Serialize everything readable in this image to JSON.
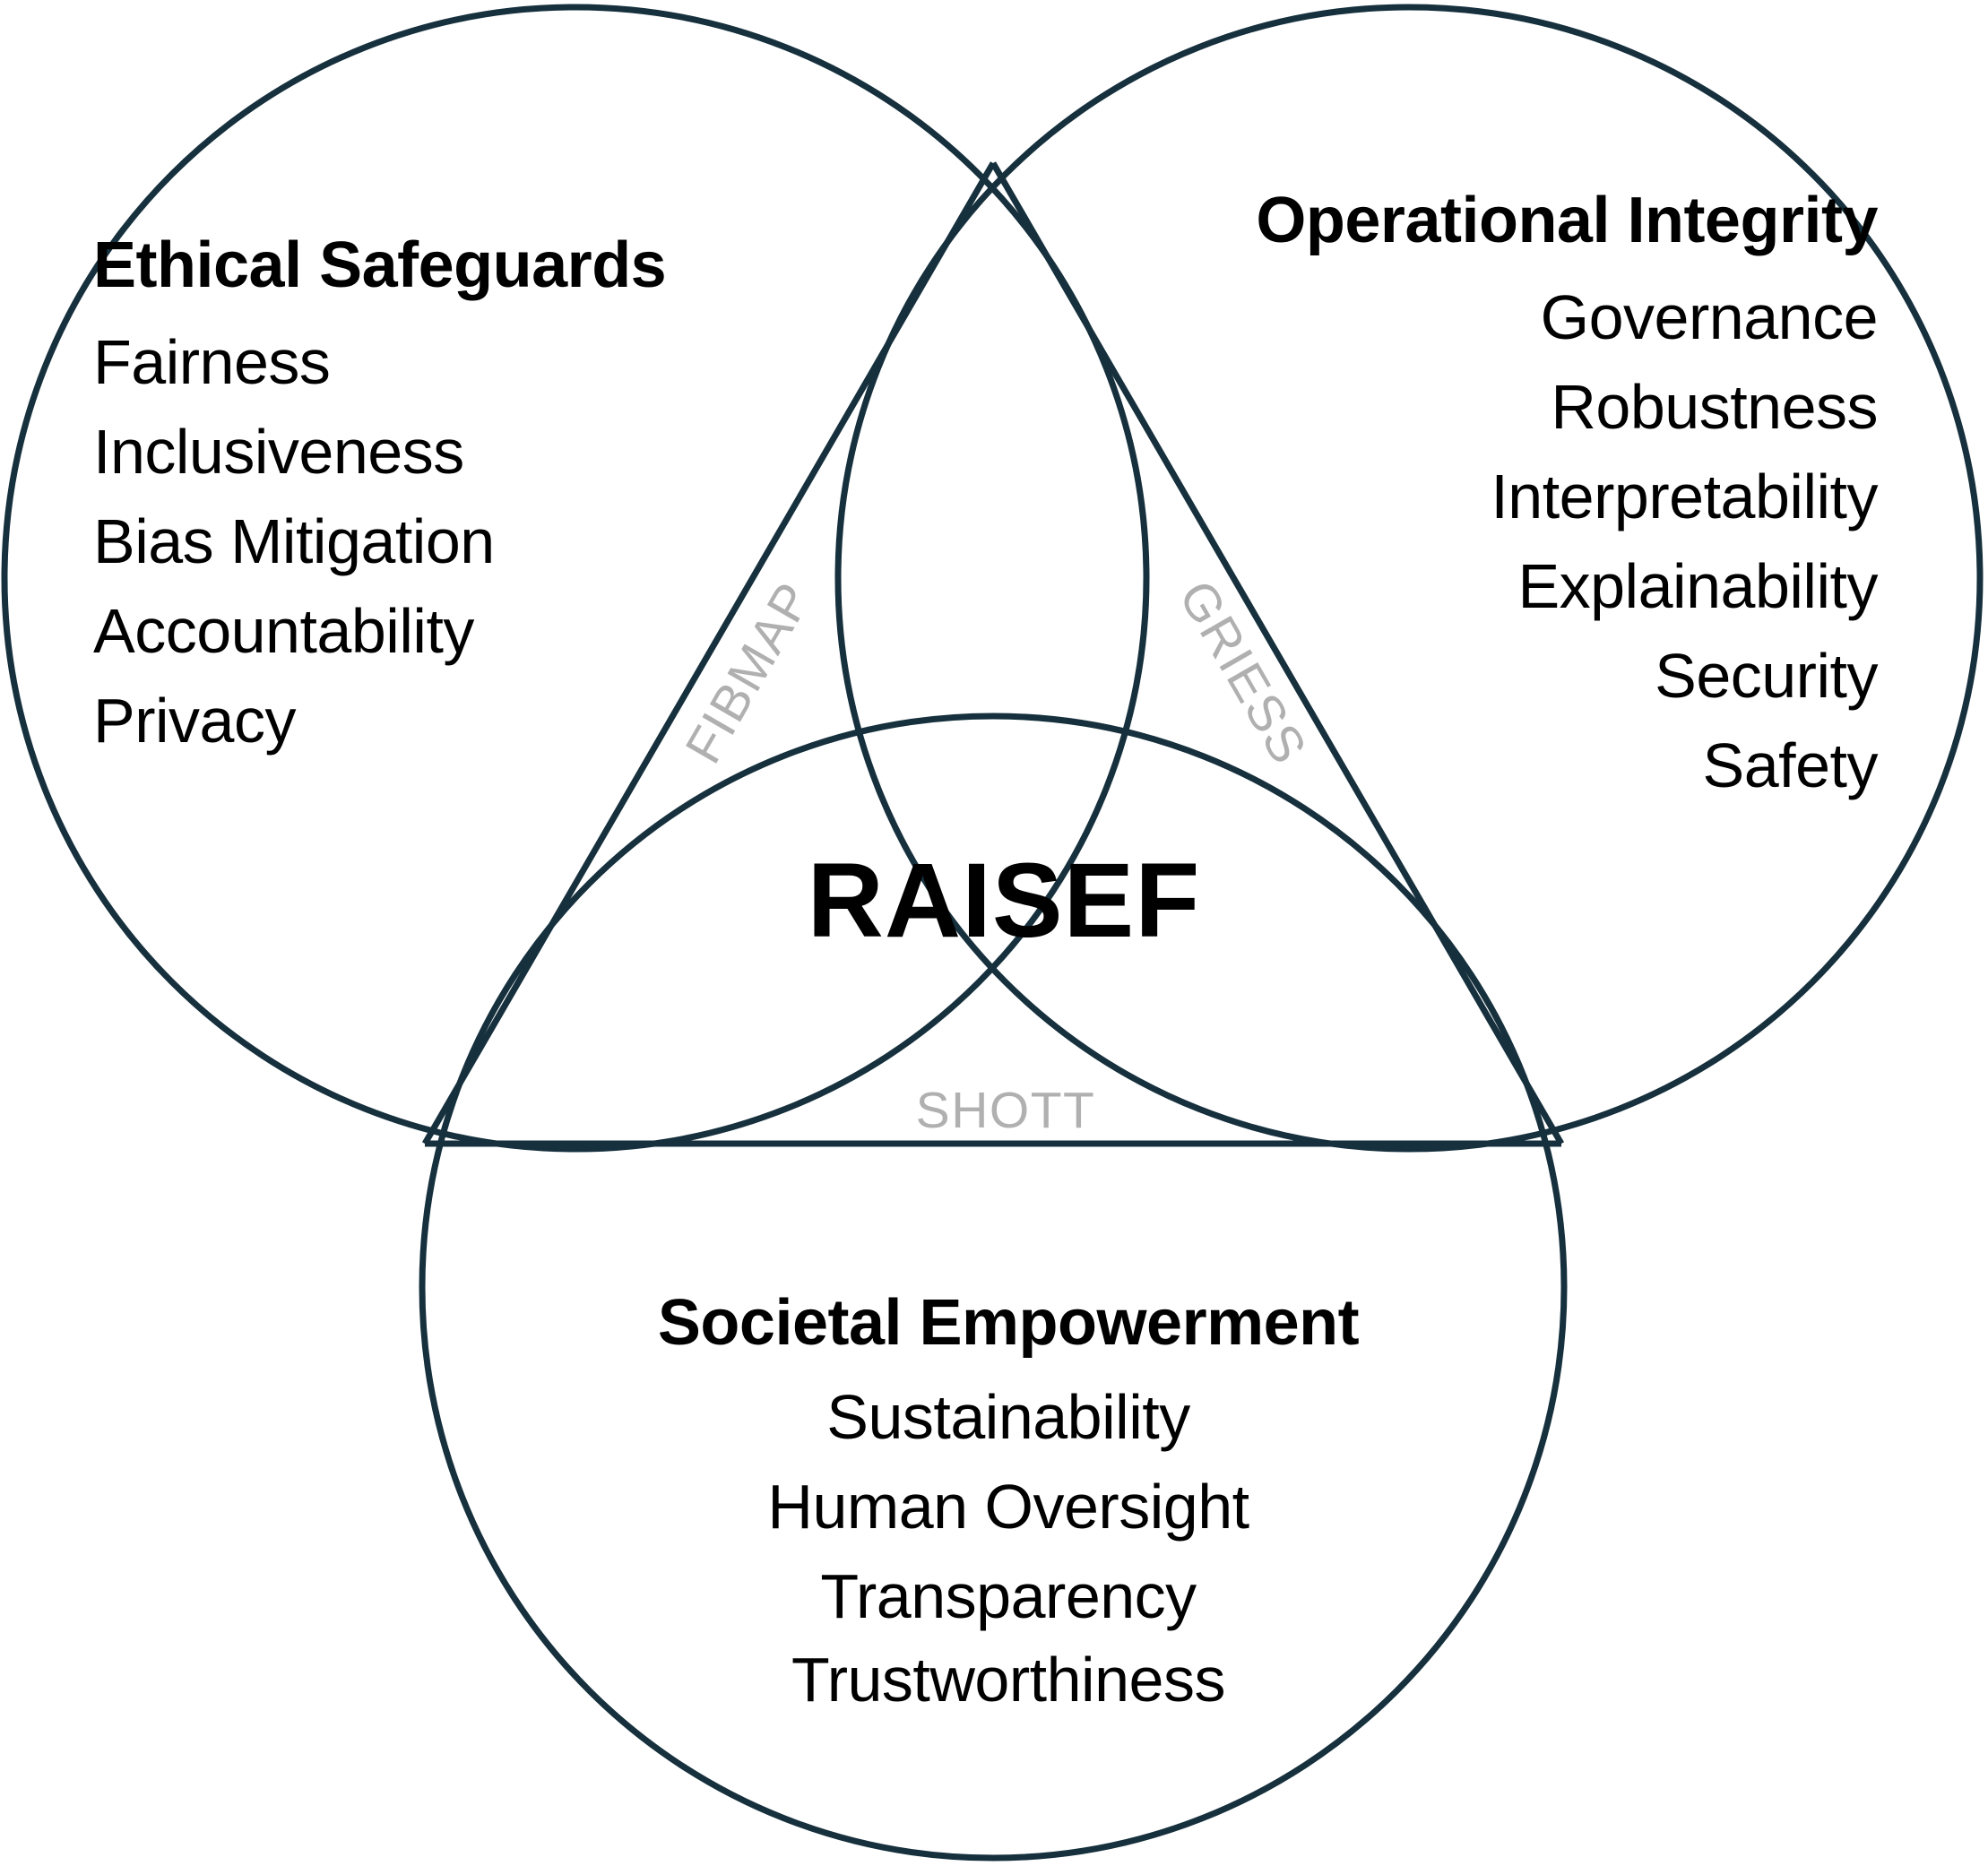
{
  "diagram": {
    "type": "venn-three-circle",
    "center_label": "RAISEF",
    "stroke_color": "#16303d",
    "text_color": "#000000",
    "edge_label_color": "#b0b0b0",
    "background_color": "#ffffff"
  },
  "groups": {
    "left": {
      "title": "Ethical Safeguards",
      "align": "left",
      "items": [
        "Fairness",
        "Inclusiveness",
        "Bias Mitigation",
        "Accountability",
        "Privacy"
      ]
    },
    "right": {
      "title": "Operational Integrity",
      "align": "right",
      "items": [
        "Governance",
        "Robustness",
        "Interpretability",
        "Explainability",
        "Security",
        "Safety"
      ]
    },
    "bottom": {
      "title": "Societal Empowerment",
      "align": "center",
      "items": [
        "Sustainability",
        "Human Oversight",
        "Transparency",
        "Trustworthiness"
      ]
    }
  },
  "edge_labels": {
    "left_edge": "FIBMAP",
    "right_edge": "GRIESS",
    "bottom_edge": "SHOTT"
  }
}
